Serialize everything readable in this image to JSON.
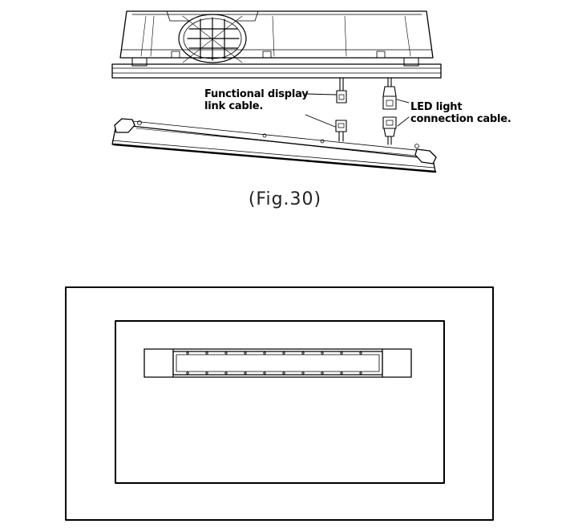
{
  "callouts": {
    "functional_display": {
      "line1": "Functional display",
      "line2": "link cable."
    },
    "led_light": {
      "line1": "LED light",
      "line2": "connection cable."
    }
  },
  "caption": "(Fig.30)",
  "colors": {
    "ink": "#000000",
    "fill": "#ffffff"
  }
}
